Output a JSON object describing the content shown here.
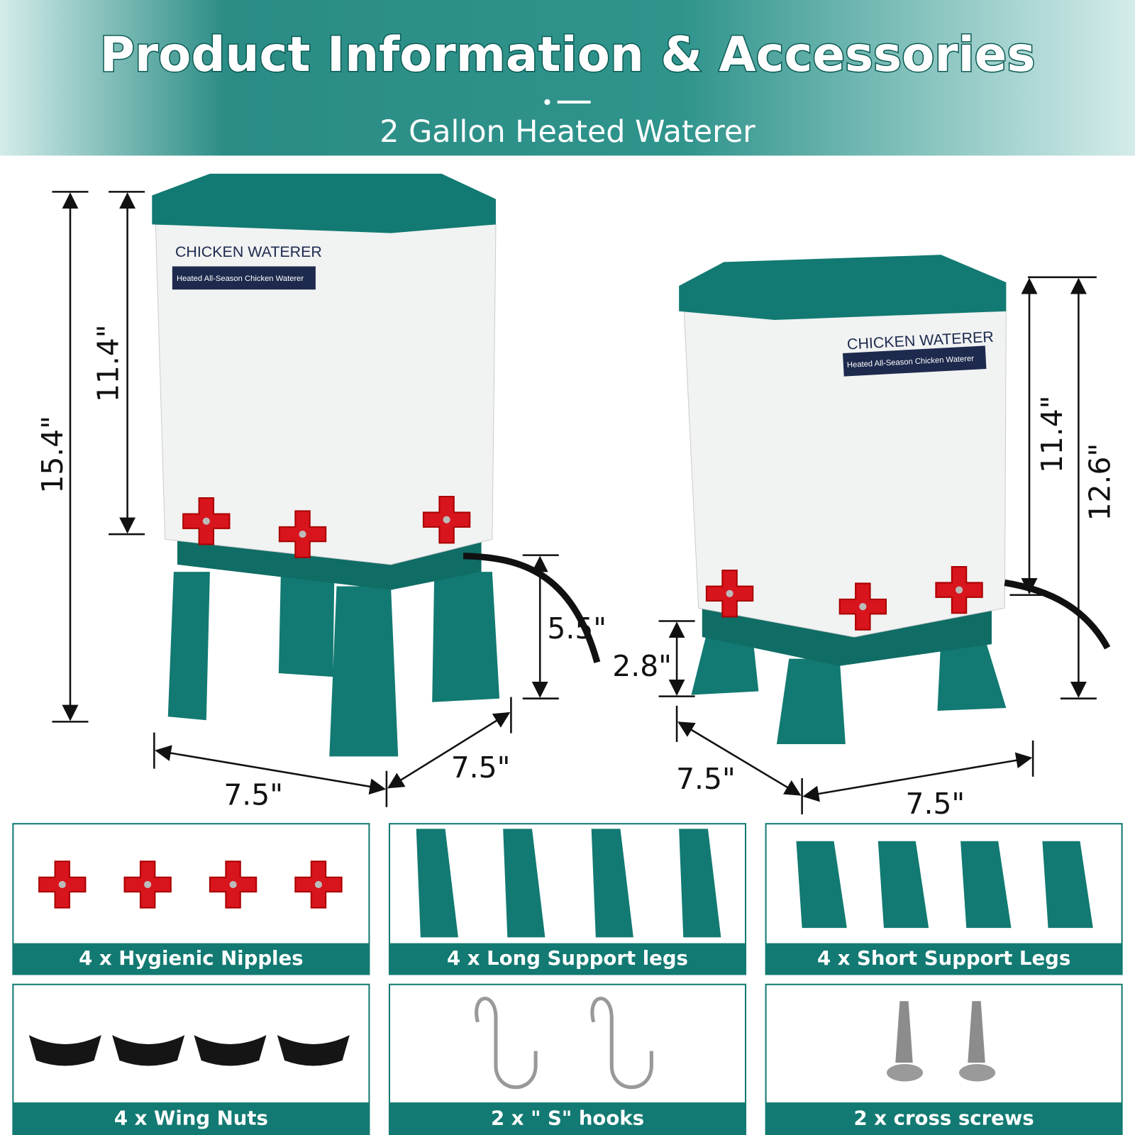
{
  "header": {
    "title": "Product Information & Accessories",
    "subtitle": "2 Gallon Heated Waterer"
  },
  "product": {
    "brand": "CHICKEN WATERER",
    "tagline": "Heated All-Season Chicken Waterer"
  },
  "dimensions": {
    "left_total_height": "15.4\"",
    "left_body_height": "11.4\"",
    "left_leg_height": "5.5\"",
    "left_width": "7.5\"",
    "left_depth": "7.5\"",
    "right_leg_height": "2.8\"",
    "right_depth": "7.5\"",
    "right_width": "7.5\"",
    "right_body_height": "11.4\"",
    "right_total_height": "12.6\""
  },
  "accessories": [
    {
      "label": "4 x Hygienic Nipples"
    },
    {
      "label": "4 x Long Support legs"
    },
    {
      "label": "4 x Short Support Legs"
    },
    {
      "label": "4 x Wing Nuts"
    },
    {
      "label": "2 x \" S\" hooks"
    },
    {
      "label": "2 x cross screws"
    }
  ],
  "colors": {
    "teal": "#0e7068",
    "red": "#d8141c",
    "header_dark": "#1f8a83"
  }
}
